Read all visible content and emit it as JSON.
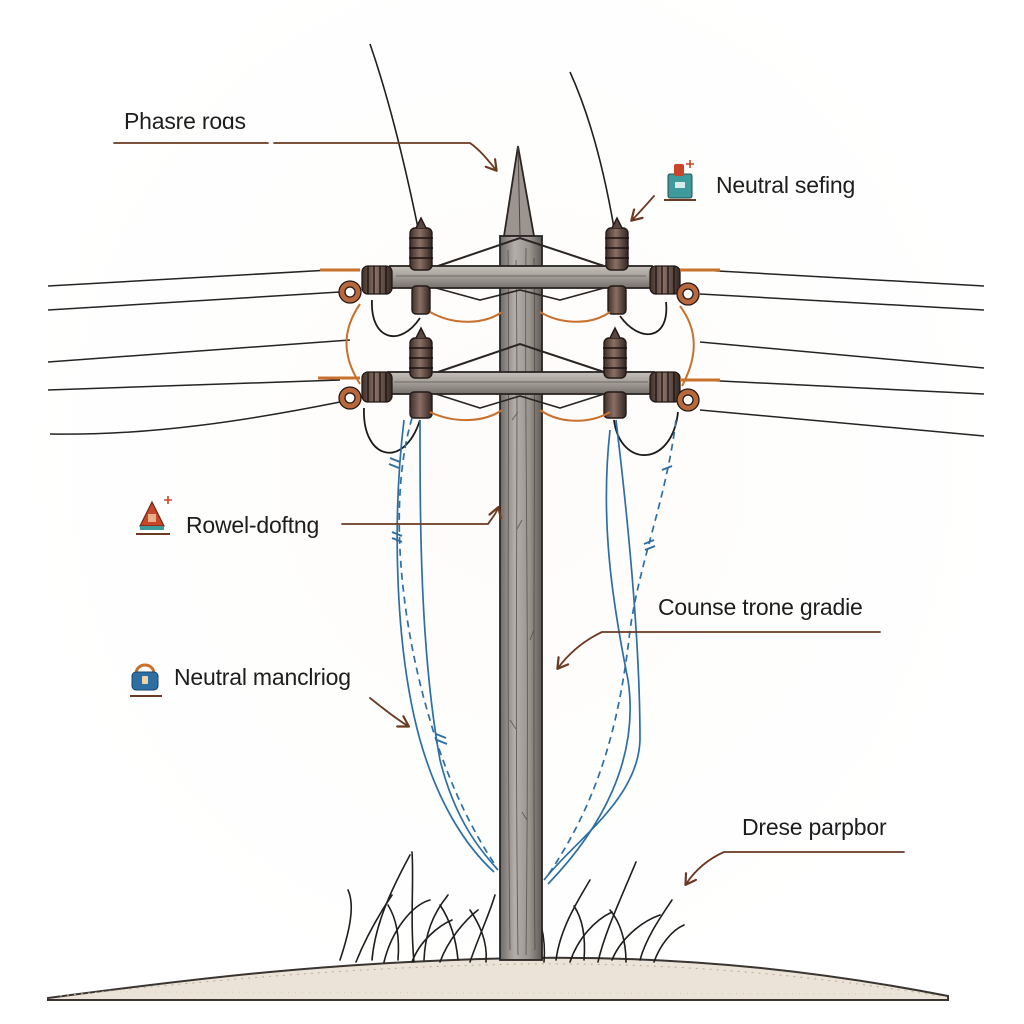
{
  "labels": {
    "phase_rods": "Phasre roɑs",
    "neutral_sefing": "Neutral sefing",
    "rowel_dofting": "Rowel-doftng",
    "course_trone_gradie": "Counse trone gradie",
    "neutral_mancliriog": "Neutral manclriog",
    "drese_parpbor": "Drese parpbor"
  },
  "icons": {
    "neutral_sefing": "battery-plus-icon",
    "rowel_dofting": "warning-triangle-plus-icon",
    "neutral_mancliriog": "padlock-icon"
  },
  "colors": {
    "ink": "#1d1d1d",
    "pole_wood": "#8f8a86",
    "arrow_brown": "#6b3a22",
    "jumper_orange": "#c8702c",
    "neutral_blue": "#2d6fa3",
    "ground_sand": "#e7dccc",
    "icon_teal": "#3f9a9b",
    "icon_red": "#c8452a"
  }
}
